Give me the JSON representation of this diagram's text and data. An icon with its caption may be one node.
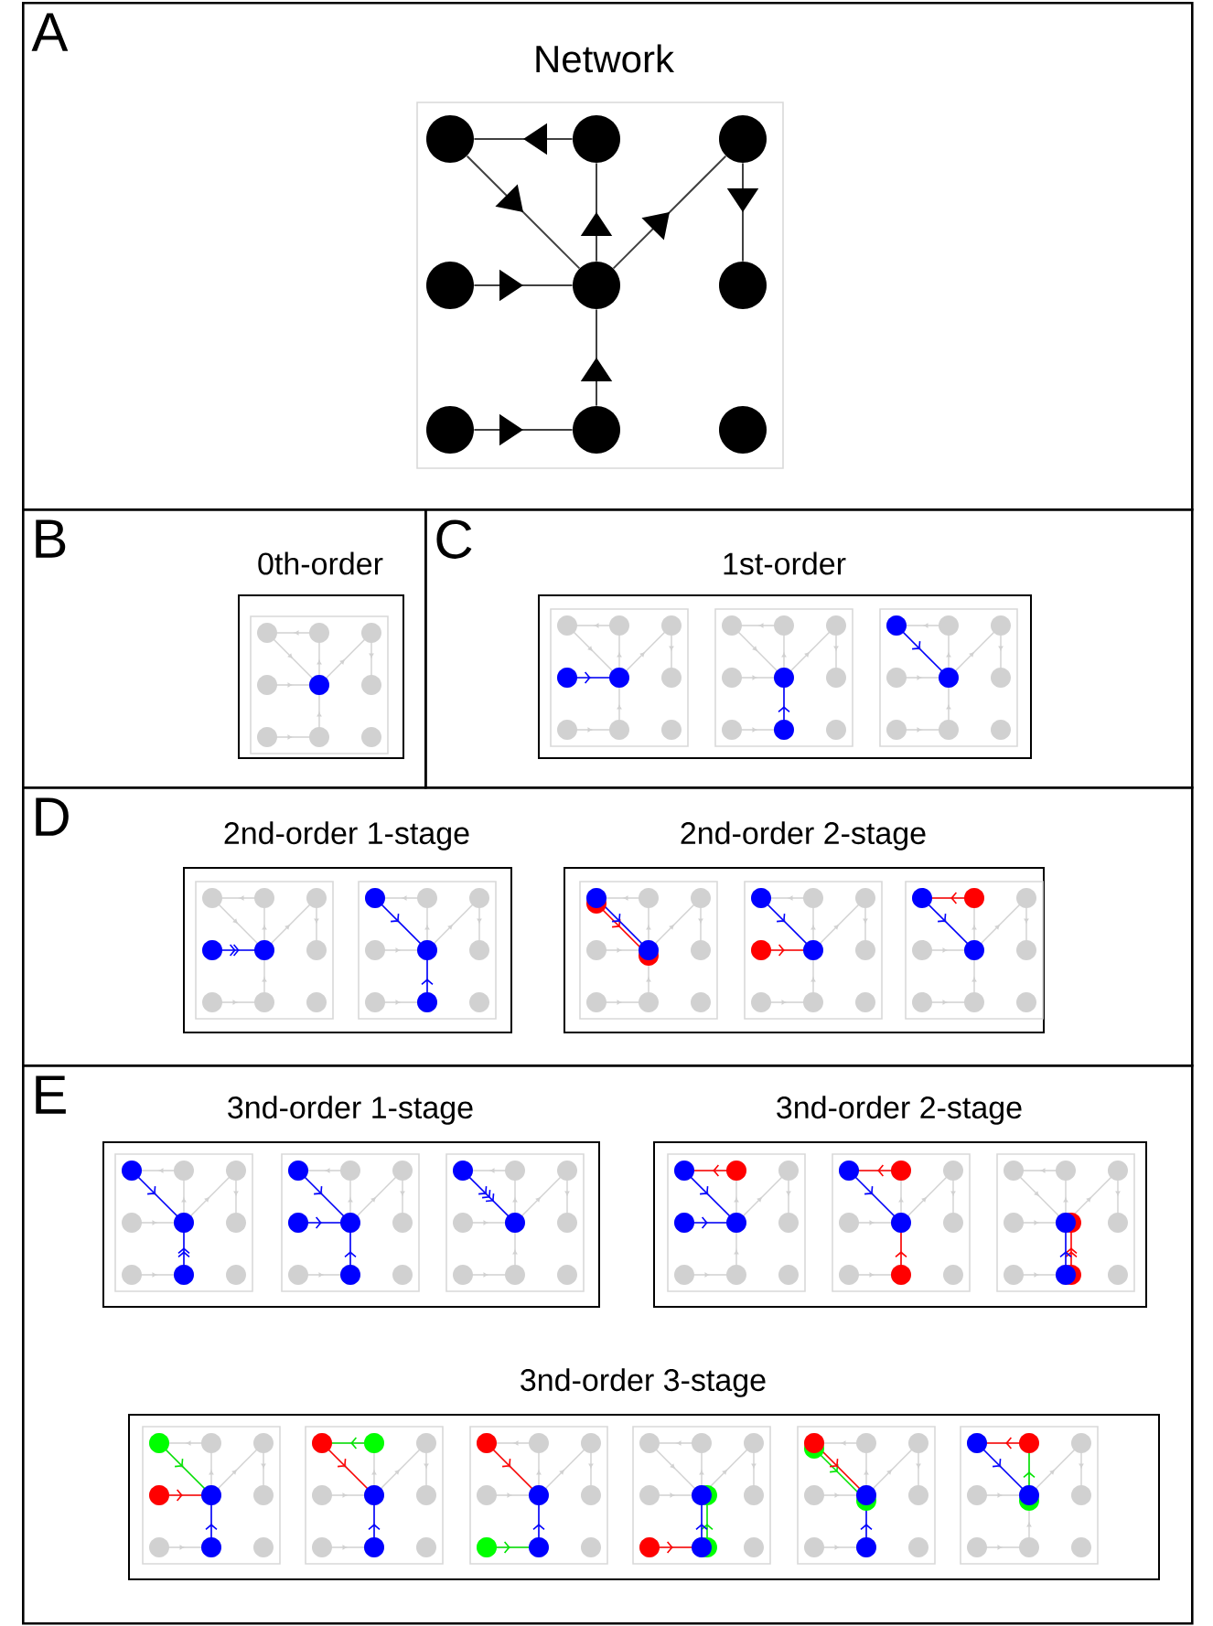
{
  "diagram": {
    "nodes": [
      {
        "text": [
          "A",
          "Network"
        ]
      },
      {
        "text": [],
        "shape": "circle",
        "in": 0
      },
      {
        "text": [],
        "shape": "circle",
        "in": 0
      },
      {
        "text": [],
        "shape": "circle",
        "in": 0
      },
      {
        "text": [],
        "shape": "circle",
        "in": 0
      },
      {
        "text": [],
        "shape": "circle",
        "in": 0
      },
      {
        "text": [],
        "shape": "circle",
        "in": 0
      },
      {
        "text": [],
        "shape": "circle",
        "in": 0
      },
      {
        "text": [],
        "shape": "circle",
        "in": 0
      },
      {
        "text": [],
        "shape": "circle",
        "in": 0
      },
      {
        "text": [
          "B"
        ]
      },
      {
        "text": [
          "0th-order"
        ],
        "in": 10
      },
      {
        "text": [
          "C"
        ]
      },
      {
        "text": [
          "1st-order"
        ],
        "in": 12
      },
      {
        "text": [
          "D"
        ]
      },
      {
        "text": [
          "2nd-order 1-stage"
        ],
        "in": 14
      },
      {
        "text": [
          "2nd-order 2-stage"
        ],
        "in": 14
      },
      {
        "text": [
          "E"
        ]
      },
      {
        "text": [
          "3nd-order 1-stage"
        ],
        "in": 17
      },
      {
        "text": [
          "3nd-order 2-stage"
        ],
        "in": 17
      },
      {
        "text": [
          "3nd-order 3-stage"
        ],
        "in": 17
      }
    ],
    "edges": [
      {
        "from": 2,
        "to": 1,
        "arrow": "to"
      },
      {
        "from": 1,
        "to": 5,
        "arrow": "to"
      },
      {
        "from": 5,
        "to": 2,
        "arrow": "to"
      },
      {
        "from": 5,
        "to": 3,
        "arrow": "to"
      },
      {
        "from": 3,
        "to": 6,
        "arrow": "to"
      },
      {
        "from": 4,
        "to": 5,
        "arrow": "to"
      },
      {
        "from": 8,
        "to": 5,
        "arrow": "to"
      },
      {
        "from": 7,
        "to": 8,
        "arrow": "to"
      }
    ]
  }
}
